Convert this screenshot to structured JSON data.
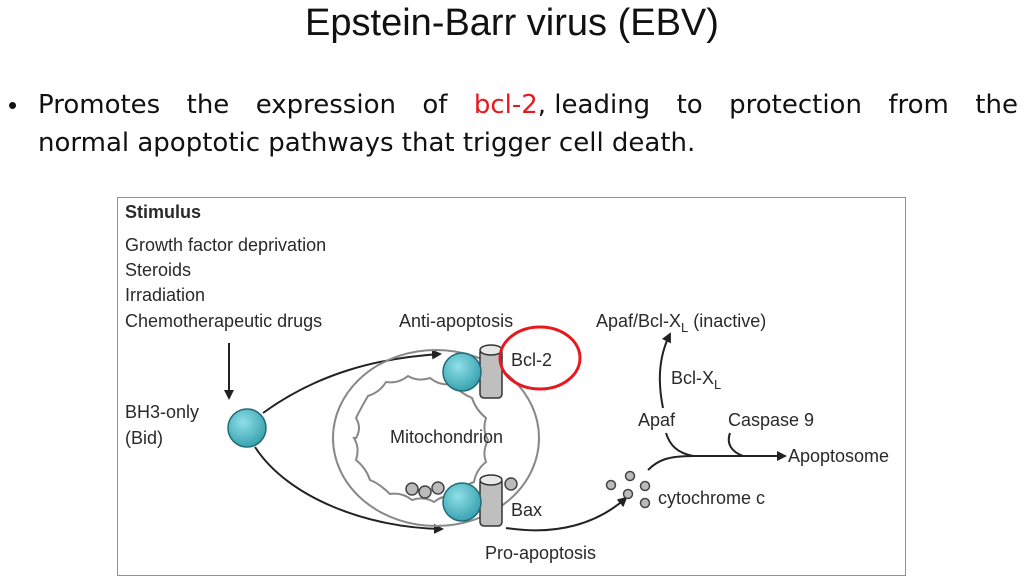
{
  "slide": {
    "title": "Epstein-Barr virus (EBV)",
    "bullet": {
      "marker": "•",
      "line1_words": [
        "Promotes",
        "the",
        "expression",
        "of"
      ],
      "highlight": "bcl-2",
      "line1_after": [
        ", leading",
        "to",
        "protection",
        "from",
        "the"
      ],
      "line2": "normal apoptotic pathways that trigger cell death.",
      "highlight_color": "#e8191e"
    }
  },
  "figure": {
    "stimulus_header": "Stimulus",
    "stimuli": [
      "Growth factor deprivation",
      "Steroids",
      "Irradiation",
      "Chemotherapeutic drugs"
    ],
    "bh3_label": "BH3-only",
    "bid_label": "(Bid)",
    "anti_apoptosis": "Anti-apoptosis",
    "bcl2": "Bcl-2",
    "mitochondrion": "Mitochondrion",
    "bax": "Bax",
    "pro_apoptosis": "Pro-apoptosis",
    "apaf_bclxl_prefix": "Apaf/Bcl-X",
    "apaf_bclxl_sub": "L",
    "apaf_bclxl_suffix": " (inactive)",
    "bclxl_prefix": "Bcl-X",
    "bclxl_sub": "L",
    "apaf": "Apaf",
    "caspase9": "Caspase 9",
    "apoptosome": "Apoptosome",
    "cytochrome_c": "cytochrome c",
    "colors": {
      "protein_fill": "#4bb8c4",
      "highlight_circle": "#e8191e",
      "frame_border": "#7a95b5"
    }
  }
}
